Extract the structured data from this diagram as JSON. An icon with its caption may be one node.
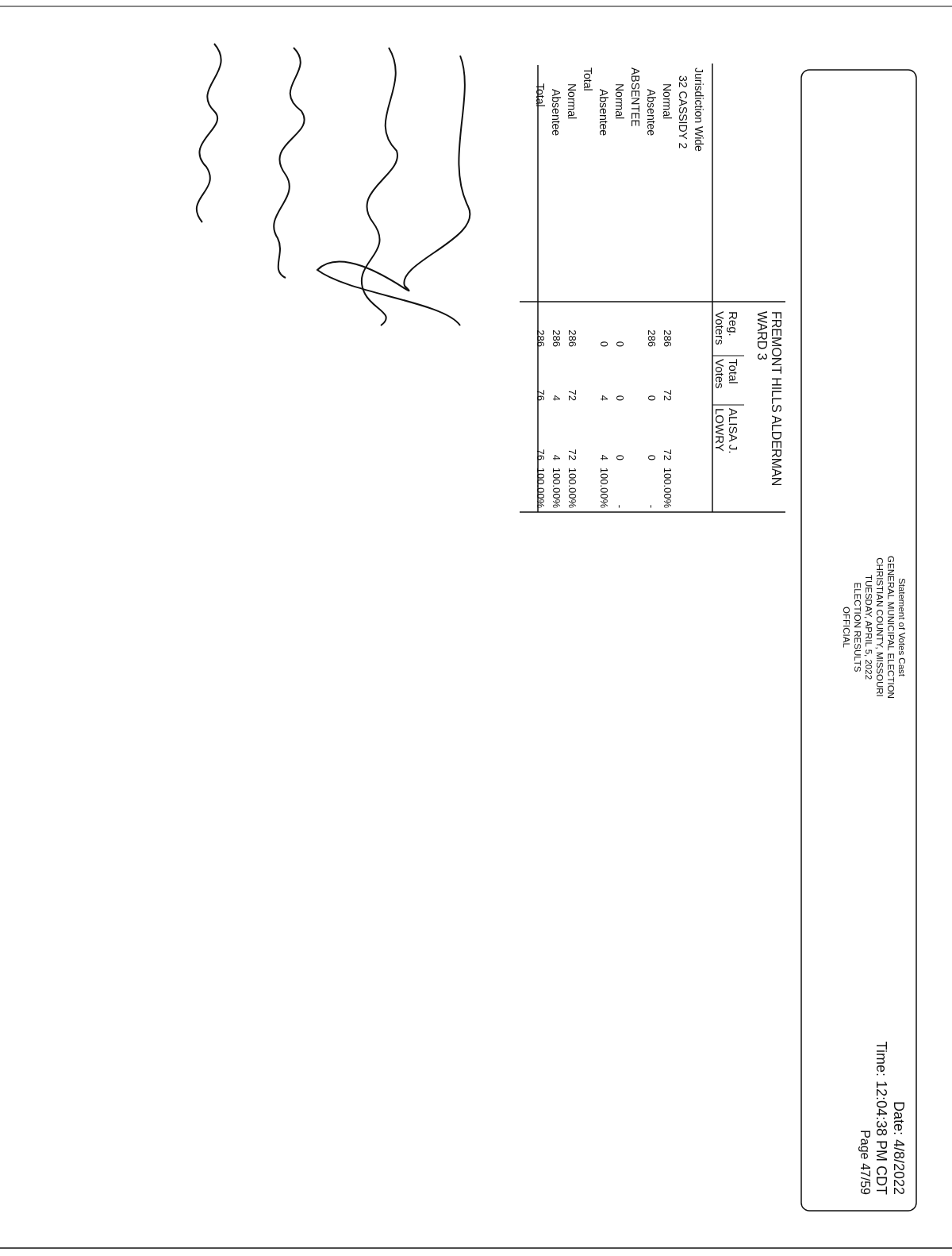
{
  "diagram": {
    "labels": [
      "Statement of Votes Cast",
      "GENERAL MUNICIPAL ELECTION",
      "CHRISTIAN COUNTY, MISSOURI",
      "TUESDAY, APRIL 5, 2022",
      "ELECTION RESULTS",
      "OFFICIAL",
      "Date: 4/8/2022",
      "Time: 12:04:38 PM CDT",
      "Page 47/59",
      "FREMONT HILLS ALDERMAN",
      "WARD 3",
      "Reg.",
      "Voters",
      "Total",
      "Votes",
      "ALISA J.",
      "LOWRY",
      "Jurisdiction Wide",
      "32 CASSIDY 2",
      "Normal",
      "286",
      "72",
      "72",
      "100.00%",
      "Absentee",
      "286",
      "0",
      "0",
      "-",
      "ABSENTEE",
      "Normal",
      "0",
      "0",
      "0",
      "-",
      "Absentee",
      "0",
      "4",
      "4",
      "100.00%",
      "Total",
      "Normal",
      "286",
      "72",
      "72",
      "100.00%",
      "Absentee",
      "286",
      "4",
      "4",
      "100.00%",
      "Total",
      "286",
      "76",
      "76",
      "100.00%"
    ]
  }
}
